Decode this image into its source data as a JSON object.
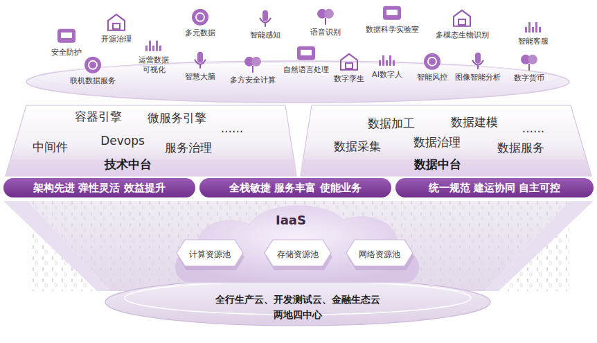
{
  "diagram": {
    "nodes": [
      {
        "text": [
          "容器引擎",
          "微服务引擎",
          "......",
          "中间件",
          "Devops",
          "服务治理",
          "技术中台"
        ]
      },
      {
        "text": [
          "数据加工",
          "数据建模",
          "......",
          "数据采集",
          "数据治理",
          "数据服务",
          "数据中台"
        ]
      },
      {
        "text": [
          "架构先进 弹性灵活 效益提升"
        ]
      },
      {
        "text": [
          "全栈敏捷 服务丰富 使能业务"
        ]
      },
      {
        "text": [
          "统一规范 建运协同 自主可控"
        ]
      },
      {
        "text": [
          "IaaS"
        ]
      },
      {
        "text": [
          "计算资源池"
        ],
        "in": 5
      },
      {
        "text": [
          "存储资源池"
        ],
        "in": 5
      },
      {
        "text": [
          "网络资源池"
        ],
        "in": 5
      },
      {
        "text": [
          "全行生产云、开发测试云、金融生态云",
          "两地四中心"
        ]
      }
    ],
    "edges": [],
    "labels": [
      "安全防护",
      "开源治理",
      "运营数据 可视化",
      "多元数据",
      "智能感知",
      "语音识别",
      "数据科学实验室",
      "多模态生物识别",
      "智能客服",
      "联机数据服务",
      "智慧大脑",
      "多方安全计算",
      "自然语言处理",
      "数字孪生",
      "AI数字人",
      "智能风控",
      "图像智能分析",
      "数字货币"
    ]
  }
}
